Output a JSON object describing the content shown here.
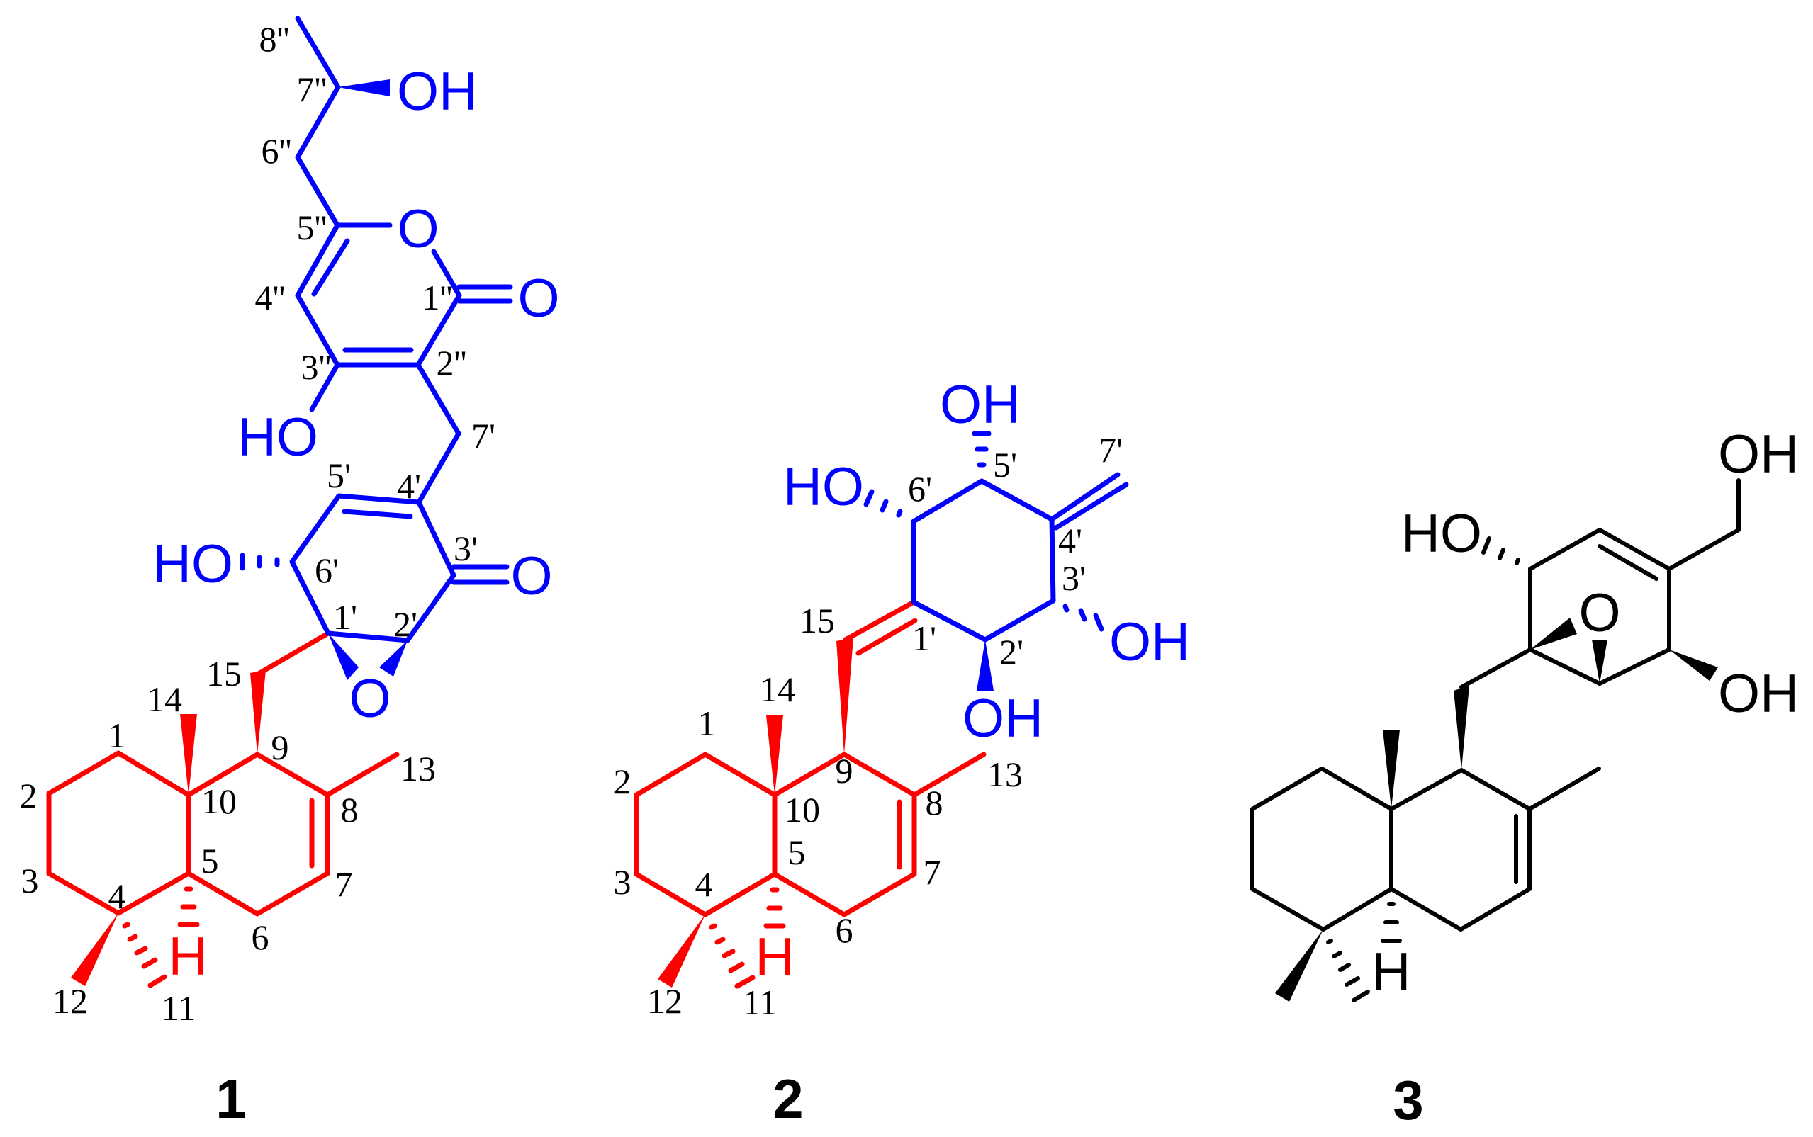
{
  "figure": {
    "type": "chemical-structures",
    "colors": {
      "decalin_core": "#ff0000",
      "side_unit": "#0000ff",
      "compound3": "#000000",
      "labels": "#000000"
    }
  },
  "compounds": [
    {
      "id": "1",
      "label": "1",
      "atom_labels": {
        "oh_7pp": "OH",
        "ho_3pp": "HO",
        "o_ring": "O",
        "o_carbonyl_1pp": "O",
        "ho_6p": "HO",
        "o_ketone_3p": "O",
        "o_epoxide": "O",
        "h_5": "H"
      },
      "numbering": [
        "1",
        "2",
        "3",
        "4",
        "5",
        "6",
        "7",
        "8",
        "9",
        "10",
        "11",
        "12",
        "13",
        "14",
        "15",
        "1'",
        "2'",
        "3'",
        "4'",
        "5'",
        "6'",
        "7'",
        "1''",
        "2''",
        "3''",
        "4''",
        "5''",
        "6''",
        "7''",
        "8''"
      ]
    },
    {
      "id": "2",
      "label": "2",
      "atom_labels": {
        "oh_5p": "OH",
        "ho_6p": "HO",
        "oh_3p": "OH",
        "oh_2p": "OH",
        "h_5": "H"
      },
      "numbering": [
        "1",
        "2",
        "3",
        "4",
        "5",
        "6",
        "7",
        "8",
        "9",
        "10",
        "11",
        "12",
        "13",
        "14",
        "15",
        "1'",
        "2'",
        "3'",
        "4'",
        "5'",
        "6'",
        "7'"
      ]
    },
    {
      "id": "3",
      "label": "3",
      "atom_labels": {
        "oh_ch2": "OH",
        "ho_left": "HO",
        "o_epoxide": "O",
        "oh_right": "OH",
        "h_5": "H"
      }
    }
  ],
  "labels": {
    "c1": {
      "n1": "1",
      "n2": "2",
      "n3": "3",
      "n4": "4",
      "n5": "5",
      "n6": "6",
      "n7": "7",
      "n8": "8",
      "n9": "9",
      "n10": "10",
      "n11": "11",
      "n12": "12",
      "n13": "13",
      "n14": "14",
      "n15": "15",
      "p1": "1'",
      "p2": "2'",
      "p3": "3'",
      "p4": "4'",
      "p5": "5'",
      "p6": "6'",
      "p7": "7'",
      "pp1": "1''",
      "pp2": "2''",
      "pp3": "3''",
      "pp4": "4''",
      "pp5": "5''",
      "pp6": "6''",
      "pp7": "7''",
      "pp8": "8''"
    },
    "c2": {
      "n1": "1",
      "n2": "2",
      "n3": "3",
      "n4": "4",
      "n5": "5",
      "n6": "6",
      "n7": "7",
      "n8": "8",
      "n9": "9",
      "n10": "10",
      "n11": "11",
      "n12": "12",
      "n13": "13",
      "n14": "14",
      "n15": "15",
      "p1": "1'",
      "p2": "2'",
      "p3": "3'",
      "p4": "4'",
      "p5": "5'",
      "p6": "6'",
      "p7": "7'"
    }
  }
}
